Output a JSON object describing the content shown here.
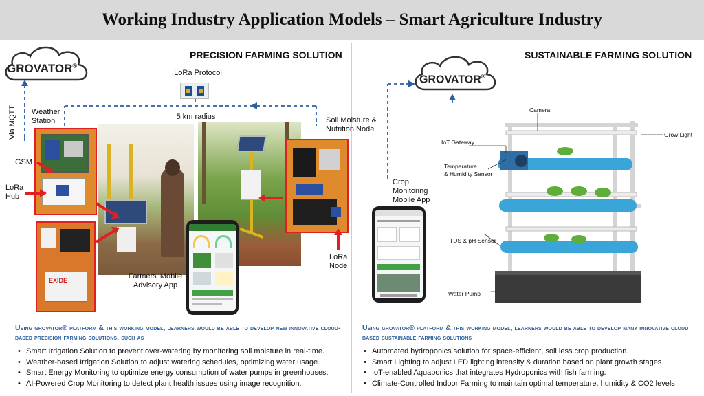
{
  "page": {
    "title": "Working Industry Application Models – Smart Agriculture Industry"
  },
  "left": {
    "heading": "PRECISION FARMING SOLUTION",
    "cloud_label": "GROVATOR",
    "reg_mark": "®",
    "labels": {
      "via_mqtt": "Via MQTT",
      "weather_station": "Weather\nStation",
      "lora_protocol": "LoRa Protocol",
      "radius": "5 km radius",
      "soil_node": "Soil Moisture &\nNutrition Node",
      "gsm": "GSM",
      "lora_hub": "LoRa\nHub",
      "farmers_app": "Farmers' Mobile\nAdvisory App",
      "lora_node": "LoRa\nNode",
      "battery_brand": "EXIDE"
    },
    "lead": "Using grovator® platform & this working model, learners would be able to develop new innovative cloud-based precision farming solutions, such as",
    "bullets": [
      "Smart Irrigation Solution to prevent over-watering by monitoring soil moisture in real-time.",
      "Weather-based Irrigation Solution to adjust watering schedules, optimizing water usage.",
      "Smart Energy Monitoring to optimize energy consumption of water pumps in greenhouses.",
      "AI-Powered Crop Monitoring to detect plant health issues using image recognition."
    ]
  },
  "right": {
    "heading": "SUSTAINABLE FARMING SOLUTION",
    "cloud_label": "GROVATOR",
    "reg_mark": "®",
    "labels": {
      "crop_app": "Crop\nMonitoring\nMobile App",
      "camera": "Camera",
      "iot_gateway": "IoT Gateway",
      "grow_light": "Grow Light",
      "temp_sensor": "Temperature\n& Humidity Sensor",
      "tds_sensor": "TDS & pH Sensor",
      "water_pump": "Water Pump"
    },
    "lead": "Using grovator® platform & this working model, learners would be able to develop many innovative cloud based sustainable farming solutions",
    "bullets": [
      "Automated hydroponics solution for space-efficient, soil less crop production.",
      "Smart Lighting to adjust LED lighting intensity & duration based on plant growth stages.",
      "IoT-enabled Aquaponics that integrates Hydroponics with fish farming.",
      "Climate-Controlled Indoor Farming to maintain optimal temperature, humidity & CO2 levels"
    ]
  },
  "colors": {
    "dashed_line": "#2b5f9e",
    "arrow_red": "#e02020",
    "lead_blue": "#2b5f9e",
    "title_bg": "#d9d9d9"
  }
}
